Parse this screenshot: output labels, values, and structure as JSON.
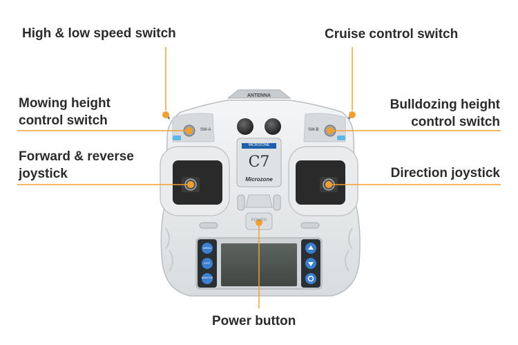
{
  "callouts": {
    "high_low_speed": "High & low speed switch",
    "cruise_control": "Cruise control switch",
    "mowing_height_line1": "Mowing height",
    "mowing_height_line2": "control switch",
    "bulldozing_height_line1": "Bulldozing height",
    "bulldozing_height_line2": "control switch",
    "forward_reverse_line1": "Forward & reverse",
    "forward_reverse_line2": "joystick",
    "direction_joystick": "Direction joystick",
    "power_button": "Power button"
  },
  "device": {
    "antenna_label": "ANTENNA",
    "model": "C7",
    "brand": "Microzone",
    "power_label": "POWER",
    "switch_left_label": "SW-A",
    "switch_right_label": "SW-B",
    "mini_screen_title": "MICROZONE",
    "keypad_left": [
      "MENU",
      "EXIT",
      "MONITOR"
    ],
    "accent_color": "#f0a030",
    "body_color": "#e6e8ea",
    "button_color": "#3a7fd0"
  }
}
